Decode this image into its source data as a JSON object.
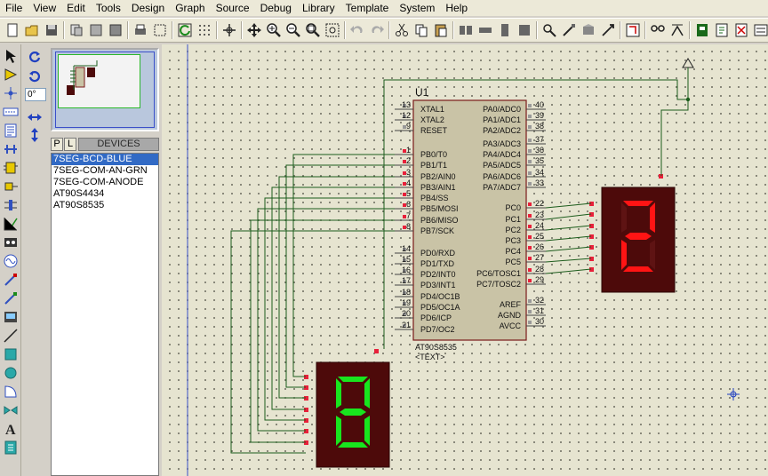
{
  "menu": [
    "File",
    "View",
    "Edit",
    "Tools",
    "Design",
    "Graph",
    "Source",
    "Debug",
    "Library",
    "Template",
    "System",
    "Help"
  ],
  "panel": {
    "angle": "0°",
    "tab_p": "P",
    "tab_l": "L",
    "devices_header": "DEVICES",
    "devices": [
      {
        "label": "7SEG-BCD-BLUE",
        "selected": true
      },
      {
        "label": "7SEG-COM-AN-GRN",
        "selected": false
      },
      {
        "label": "7SEG-COM-ANODE",
        "selected": false
      },
      {
        "label": "AT90S4434",
        "selected": false
      },
      {
        "label": "AT90S8535",
        "selected": false
      }
    ]
  },
  "schematic": {
    "chip_ref": "U1",
    "chip_part": "AT90S8535",
    "chip_text": "<TEXT>",
    "left_pins": [
      {
        "num": "13",
        "name": "XTAL1"
      },
      {
        "num": "12",
        "name": "XTAL2"
      },
      {
        "num": "9",
        "name": "RESET"
      },
      {
        "num": "1",
        "name": "PB0/T0"
      },
      {
        "num": "2",
        "name": "PB1/T1"
      },
      {
        "num": "3",
        "name": "PB2/AIN0"
      },
      {
        "num": "4",
        "name": "PB3/AIN1"
      },
      {
        "num": "5",
        "name": "PB4/SS"
      },
      {
        "num": "6",
        "name": "PB5/MOSI"
      },
      {
        "num": "7",
        "name": "PB6/MISO"
      },
      {
        "num": "8",
        "name": "PB7/SCK"
      },
      {
        "num": "14",
        "name": "PD0/RXD"
      },
      {
        "num": "15",
        "name": "PD1/TXD"
      },
      {
        "num": "16",
        "name": "PD2/INT0"
      },
      {
        "num": "17",
        "name": "PD3/INT1"
      },
      {
        "num": "18",
        "name": "PD4/OC1B"
      },
      {
        "num": "19",
        "name": "PD5/OC1A"
      },
      {
        "num": "20",
        "name": "PD6/ICP"
      },
      {
        "num": "21",
        "name": "PD7/OC2"
      }
    ],
    "right_pins": [
      {
        "num": "40",
        "name": "PA0/ADC0"
      },
      {
        "num": "39",
        "name": "PA1/ADC1"
      },
      {
        "num": "38",
        "name": "PA2/ADC2"
      },
      {
        "num": "37",
        "name": "PA3/ADC3"
      },
      {
        "num": "36",
        "name": "PA4/ADC4"
      },
      {
        "num": "35",
        "name": "PA5/ADC5"
      },
      {
        "num": "34",
        "name": "PA6/ADC6"
      },
      {
        "num": "33",
        "name": "PA7/ADC7"
      },
      {
        "num": "22",
        "name": "PC0"
      },
      {
        "num": "23",
        "name": "PC1"
      },
      {
        "num": "24",
        "name": "PC2"
      },
      {
        "num": "25",
        "name": "PC3"
      },
      {
        "num": "26",
        "name": "PC4"
      },
      {
        "num": "27",
        "name": "PC5"
      },
      {
        "num": "28",
        "name": "PC6/TOSC1"
      },
      {
        "num": "29",
        "name": "PC7/TOSC2"
      },
      {
        "num": "32",
        "name": "AREF"
      },
      {
        "num": "31",
        "name": "AGND"
      },
      {
        "num": "30",
        "name": "AVCC"
      }
    ],
    "display_red_digit": "2",
    "display_green_digit": "8",
    "colors": {
      "wire": "#1c5c1c",
      "chip_fill": "#c9c3a6",
      "chip_border": "#7a1a1a",
      "display_body": "#4d0a0a",
      "seg_red_on": "#ff1414",
      "seg_red_off": "#5e1313",
      "seg_green_on": "#18e61e",
      "seg_green_off": "#165a16",
      "pin_square": "#e8203a",
      "canvas": "#e6e4d0",
      "selection": "#316ac5"
    }
  }
}
